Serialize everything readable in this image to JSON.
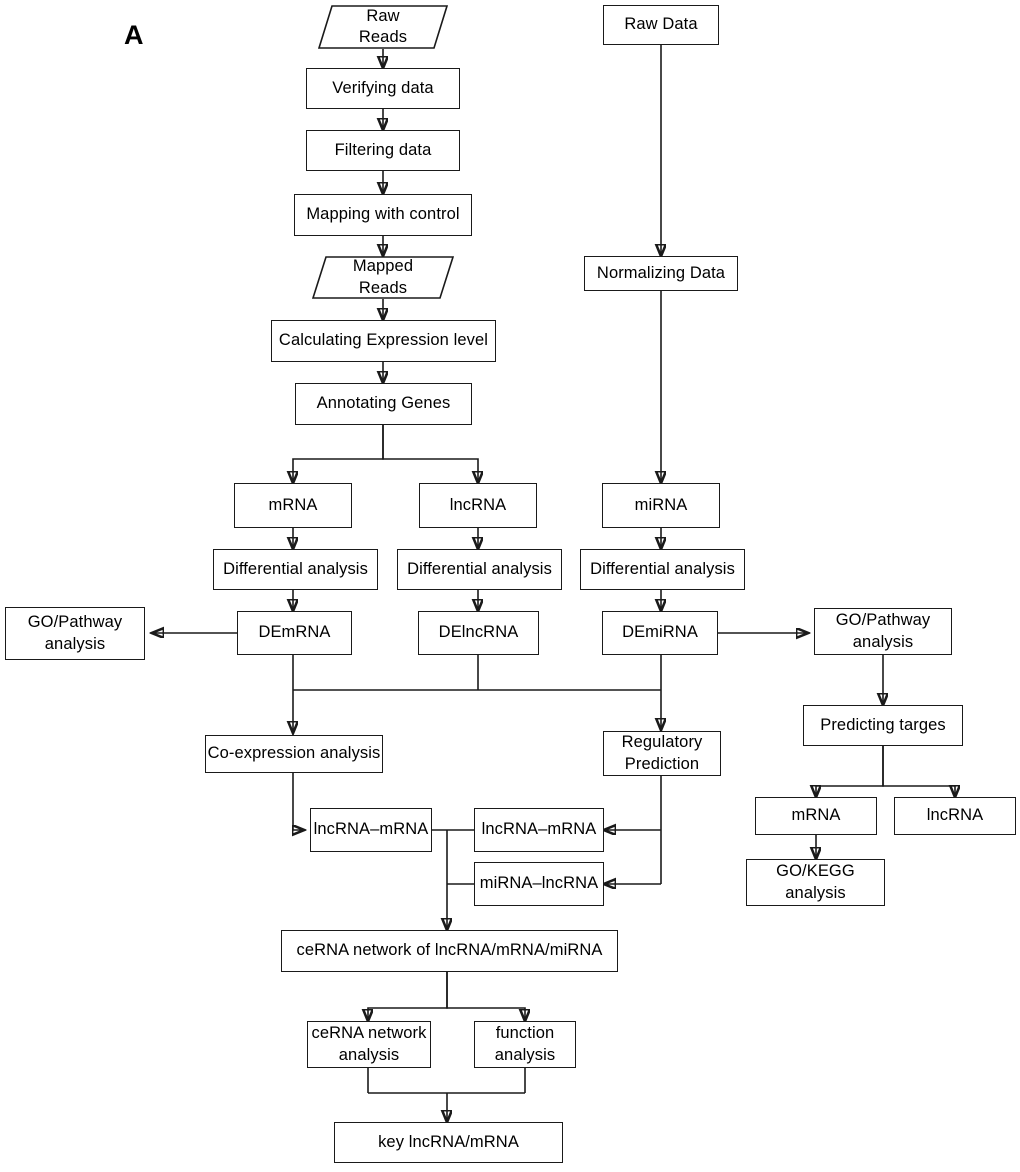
{
  "figure": {
    "panel_label": "A",
    "type": "flowchart",
    "stroke_color": "#1a1a1a",
    "background_color": "#ffffff"
  },
  "nodes": {
    "raw_reads": "Raw\nReads",
    "raw_data": "Raw Data",
    "verifying_data": "Verifying data",
    "filtering_data": "Filtering data",
    "mapping_with_control": "Mapping with control",
    "mapped_reads": "Mapped\nReads",
    "normalizing_data": "Normalizing Data",
    "calculating_expression_level": "Calculating Expression level",
    "annotating_genes": "Annotating Genes",
    "mrna": "mRNA",
    "lncrna": "lncRNA",
    "mirna": "miRNA",
    "diff_analysis_mrna": "Differential analysis",
    "diff_analysis_lncrna": "Differential analysis",
    "diff_analysis_mirna": "Differential analysis",
    "demrna": "DEmRNA",
    "delncrna": "DElncRNA",
    "demirna": "DEmiRNA",
    "go_pathway_left": "GO/Pathway\nanalysis",
    "go_pathway_right": "GO/Pathway\nanalysis",
    "predicting_targes": "Predicting targes",
    "target_mrna": "mRNA",
    "target_lncrna": "lncRNA",
    "go_kegg": "GO/KEGG\nanalysis",
    "co_expression_analysis": "Co-expression analysis",
    "regulatory_prediction": "Regulatory\nPrediction",
    "lncrna_mrna_coexp": "lncRNA–mRNA",
    "lncrna_mrna_reg": "lncRNA–mRNA",
    "mirna_lncrna_reg": "miRNA–lncRNA",
    "cerna_network": "ceRNA network of lncRNA/mRNA/miRNA",
    "cerna_network_analysis": "ceRNA network\nanalysis",
    "function_analysis": "function\nanalysis",
    "key_lncrna_mrna": "key lncRNA/mRNA"
  }
}
